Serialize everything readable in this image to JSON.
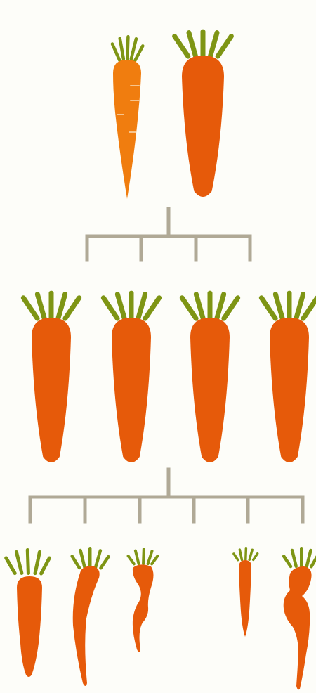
{
  "colors": {
    "background": "#fdfdf9",
    "carrot_orange": "#e65a0a",
    "carrot_light_orange": "#f07d0f",
    "carrot_highlight": "#f7c48c",
    "leaf_green": "#7e9514",
    "connector_gray": "#b0a996"
  },
  "generations": [
    {
      "name": "parents",
      "carrots": [
        {
          "shape": "slender-tapered",
          "color": "light-orange"
        },
        {
          "shape": "straight-cylindrical",
          "color": "orange"
        }
      ]
    },
    {
      "name": "first-generation-offspring",
      "carrots": [
        {
          "shape": "straight-cylindrical",
          "color": "orange"
        },
        {
          "shape": "straight-cylindrical",
          "color": "orange"
        },
        {
          "shape": "straight-cylindrical",
          "color": "orange"
        },
        {
          "shape": "straight-cylindrical",
          "color": "orange"
        }
      ]
    },
    {
      "name": "second-generation-offspring",
      "carrots": [
        {
          "shape": "straight-cylindrical",
          "color": "orange"
        },
        {
          "shape": "long-curved",
          "color": "orange"
        },
        {
          "shape": "short-twisted",
          "color": "orange"
        },
        {
          "shape": "absent",
          "color": "none"
        },
        {
          "shape": "small-thin",
          "color": "orange"
        },
        {
          "shape": "forked-curved",
          "color": "orange"
        }
      ]
    }
  ]
}
